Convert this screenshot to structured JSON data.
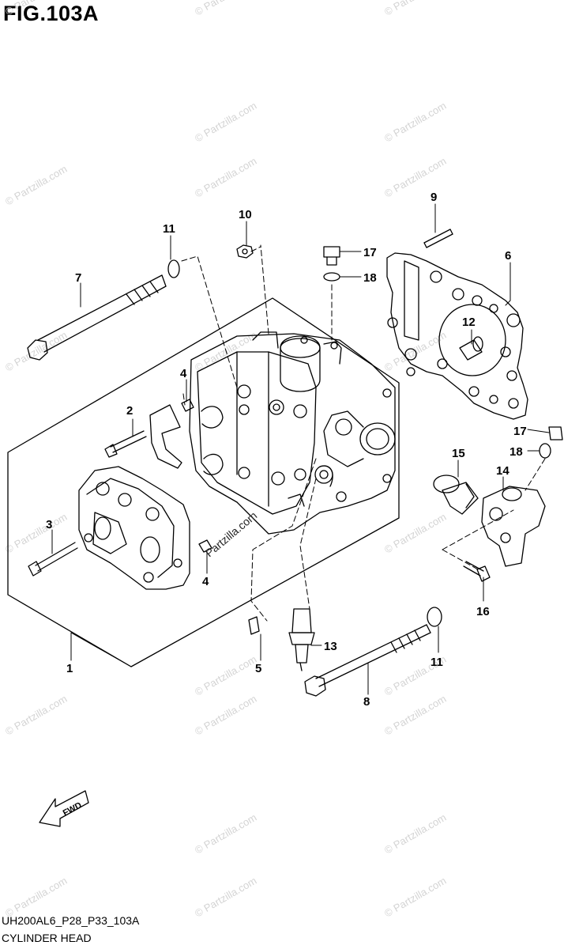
{
  "figure": {
    "title": "FIG.103A",
    "code": "UH200AL6_P28_P33_103A",
    "name": "CYLINDER HEAD"
  },
  "fwd_label": "FWD",
  "watermark": "© Partzilla.com",
  "center_watermark": "Partzilla.com",
  "callouts": [
    {
      "id": "1",
      "label": "1"
    },
    {
      "id": "2",
      "label": "2"
    },
    {
      "id": "3",
      "label": "3"
    },
    {
      "id": "4a",
      "label": "4"
    },
    {
      "id": "4b",
      "label": "4"
    },
    {
      "id": "5",
      "label": "5"
    },
    {
      "id": "6",
      "label": "6"
    },
    {
      "id": "7",
      "label": "7"
    },
    {
      "id": "8",
      "label": "8"
    },
    {
      "id": "9",
      "label": "9"
    },
    {
      "id": "10",
      "label": "10"
    },
    {
      "id": "11a",
      "label": "11"
    },
    {
      "id": "11b",
      "label": "11"
    },
    {
      "id": "12",
      "label": "12"
    },
    {
      "id": "13",
      "label": "13"
    },
    {
      "id": "14",
      "label": "14"
    },
    {
      "id": "15",
      "label": "15"
    },
    {
      "id": "16",
      "label": "16"
    },
    {
      "id": "17a",
      "label": "17"
    },
    {
      "id": "17b",
      "label": "17"
    },
    {
      "id": "18a",
      "label": "18"
    },
    {
      "id": "18b",
      "label": "18"
    }
  ]
}
